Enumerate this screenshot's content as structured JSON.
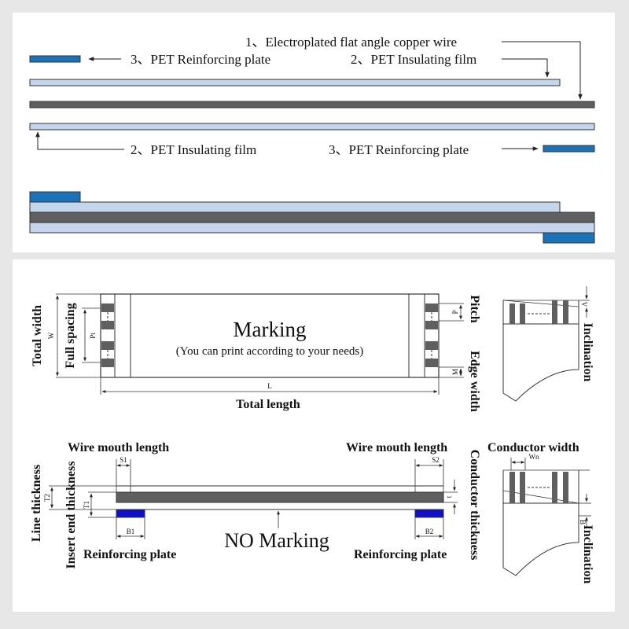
{
  "top": {
    "label_copper_wire": "1、Electroplated flat angle copper wire",
    "label_pet_plate_top": "3、PET Reinforcing plate",
    "label_pet_film_top": "2、PET Insulating film",
    "label_pet_film_bottom": "2、PET Insulating film",
    "label_pet_plate_bottom": "3、PET Reinforcing plate"
  },
  "bottom": {
    "marking_title": "Marking",
    "marking_sub": "(You can print according to your needs)",
    "total_width": "Total width",
    "full_spacing": "Full spacing",
    "sym_W": "W",
    "sym_Pt": "Pt",
    "sym_L": "L",
    "total_length": "Total length",
    "pitch": "Pitch",
    "sym_P": "P",
    "edge_width": "Edge width",
    "sym_M": "M",
    "inclination": "Inclination",
    "sym_V": "V",
    "wire_mouth_left": "Wire mouth length",
    "wire_mouth_right": "Wire mouth length",
    "sym_S1": "S1",
    "sym_S2": "S2",
    "line_thickness": "Line thickness",
    "insert_end_thickness": "Insert end thickness",
    "sym_T2": "T2",
    "sym_T1": "T1",
    "sym_B1": "B1",
    "sym_B2": "B2",
    "sym_t": "t",
    "no_marking": "NO Marking",
    "reinforcing_left": "Reinforcing plate",
    "reinforcing_right": "Reinforcing plate",
    "conductor_thickness": "Conductor thickness",
    "conductor_width": "Conductor width",
    "sym_Wn": "Wn",
    "sym_B": "B",
    "inclination2": "Inclination"
  },
  "colors": {
    "copper": "#5f5f5f",
    "film": "#c5d5ec",
    "plate": "#1a73b8",
    "plate_dark": "#1010c8"
  }
}
